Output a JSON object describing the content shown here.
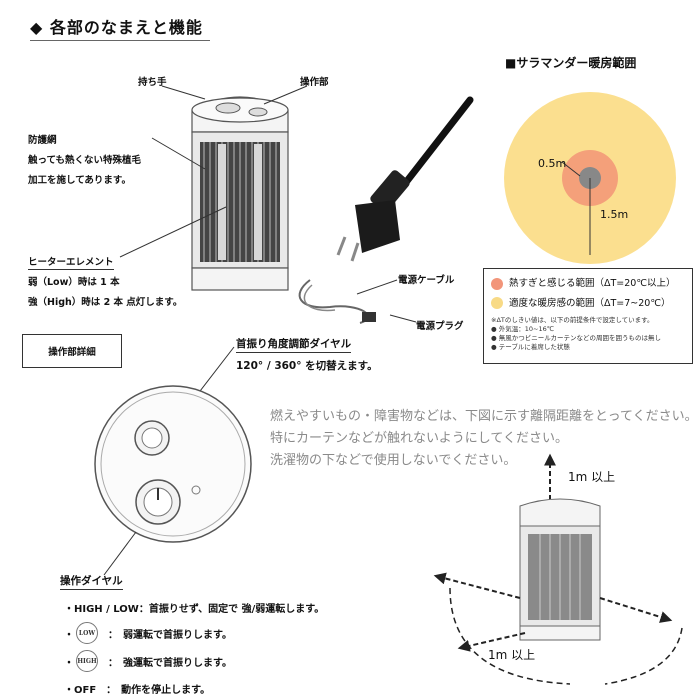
{
  "header": {
    "title": "◆ 各部のなまえと機能"
  },
  "parts": {
    "handle": "持ち手",
    "control_panel": "操作部",
    "guard_title": "防護網",
    "guard_desc1": "触っても熱くない特殊植毛",
    "guard_desc2": "加工を施してあります。",
    "heater_title": "ヒーターエレメント",
    "heater_low": "弱（Low）時は 1 本",
    "heater_high": "強（High）時は 2 本 点灯します。",
    "cable": "電源ケーブル",
    "plug": "電源プラグ"
  },
  "range": {
    "title": "■サラマンダー暖房範囲",
    "inner_radius": "0.5m",
    "outer_radius": "1.5m",
    "legend": [
      {
        "label": "熱すぎと感じる範囲（ΔT=20℃以上）",
        "color": "#f2957a"
      },
      {
        "label": "適度な暖房感の範囲（ΔT=7~20℃）",
        "color": "#f8da86"
      }
    ],
    "notes": [
      "※ΔTのしきい値は、以下の前提条件で設定しています。",
      "● 外気温：10~16℃",
      "● 無風かつビニールカーテンなどの周囲を囲うものは無し",
      "● テーブルに着席した状態"
    ],
    "colors": {
      "outer": "#fbdf8f",
      "inner": "#f4a07a",
      "center": "#888888"
    }
  },
  "control_detail": {
    "box_label": "操作部詳細",
    "dial_title": "首振り角度調節ダイヤル",
    "dial_desc": "120° / 360° を切替えます。",
    "op_dial_title": "操作ダイヤル",
    "ops": [
      {
        "icon": "",
        "text": "・HIGH / LOW：首振りせず、固定で 強/弱運転します。"
      },
      {
        "icon": "LOW",
        "text": "：　弱運転で首振りします。"
      },
      {
        "icon": "HIGH",
        "text": "：　強運転で首振りします。"
      },
      {
        "icon": "",
        "text": "・OFF　：　動作を停止します。"
      }
    ]
  },
  "clearance": {
    "line1": "燃えやすいもの・障害物などは、下図に示す離隔距離をとってください。",
    "line2": "特にカーテンなどが触れないようにしてください。",
    "line3": "洗濯物の下などで使用しないでください。",
    "top": "1m 以上",
    "side": "1m 以上"
  }
}
